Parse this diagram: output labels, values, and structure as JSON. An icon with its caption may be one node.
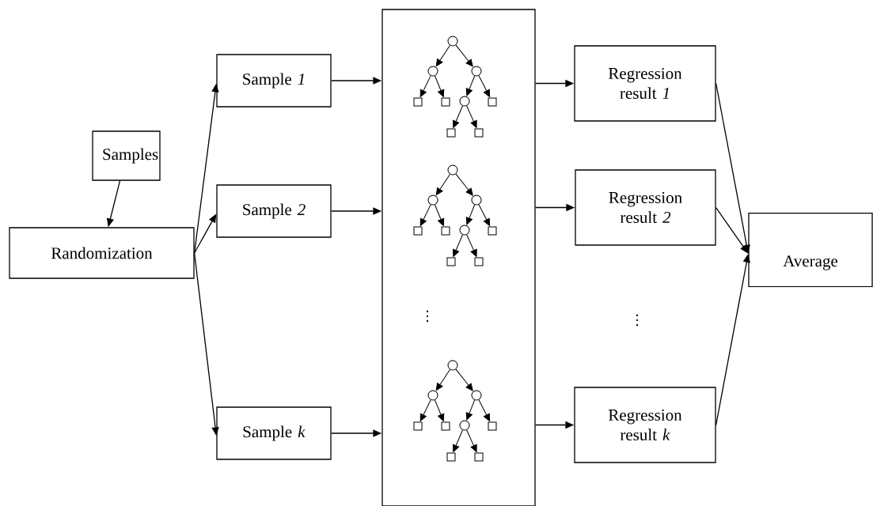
{
  "diagram": {
    "nodes": [
      {
        "text": [
          "Samples"
        ]
      },
      {
        "text": [
          "Randomization"
        ]
      },
      {
        "text": [
          "Sample *1*"
        ]
      },
      {
        "text": [
          "Sample *2*"
        ]
      },
      {
        "text": [
          "Sample *k*"
        ]
      },
      {
        "text": [],
        "shape": "box"
      },
      {
        "text": [
          "Regression result *1*"
        ]
      },
      {
        "text": [
          "Regression result *2*"
        ]
      },
      {
        "text": [
          "Regression result *k*"
        ]
      },
      {
        "text": [
          "Average"
        ]
      }
    ],
    "edges": [
      {
        "from": 0,
        "to": 1,
        "arrow": "to"
      },
      {
        "from": 1,
        "to": 2,
        "arrow": "to"
      },
      {
        "from": 1,
        "to": 3,
        "arrow": "to"
      },
      {
        "from": 1,
        "to": 4,
        "arrow": "to"
      },
      {
        "from": 2,
        "to": 5,
        "arrow": "to"
      },
      {
        "from": 3,
        "to": 5,
        "arrow": "to"
      },
      {
        "from": 4,
        "to": 5,
        "arrow": "to"
      },
      {
        "from": 5,
        "to": 6,
        "arrow": "to"
      },
      {
        "from": 5,
        "to": 7,
        "arrow": "to"
      },
      {
        "from": 5,
        "to": 8,
        "arrow": "to"
      },
      {
        "from": 6,
        "to": 9,
        "arrow": "to"
      },
      {
        "from": 7,
        "to": 9,
        "arrow": "to"
      },
      {
        "from": 8,
        "to": 9,
        "arrow": "to"
      }
    ],
    "labels": [
      "⋮",
      "⋮"
    ]
  }
}
